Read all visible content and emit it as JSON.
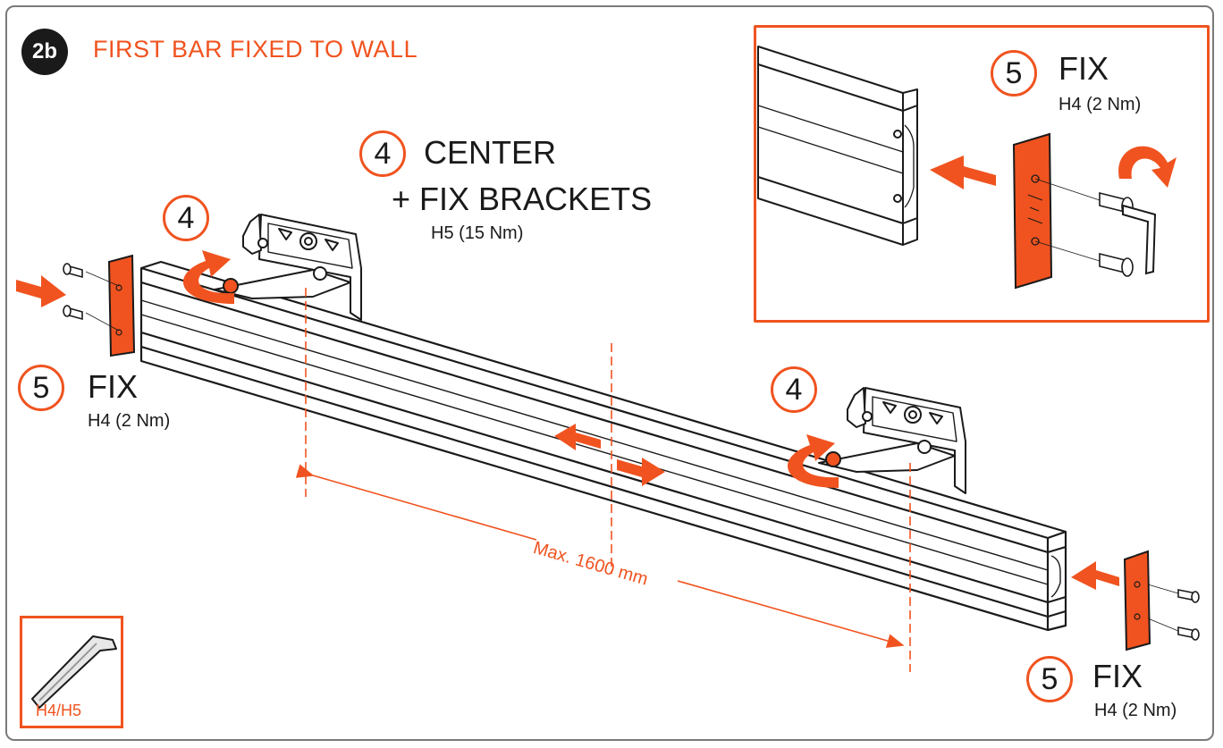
{
  "header": {
    "step": "2b",
    "title": "FIRST BAR FIXED TO WALL"
  },
  "center_step": {
    "number": "4",
    "line1": "CENTER",
    "line2": "+ FIX BRACKETS",
    "torque": "H5 (15 Nm)"
  },
  "left_bracket_step": {
    "number": "4"
  },
  "right_bracket_step": {
    "number": "4"
  },
  "left_fix": {
    "number": "5",
    "label": "FIX",
    "torque": "H4 (2 Nm)"
  },
  "right_fix": {
    "number": "5",
    "label": "FIX",
    "torque": "H4 (2 Nm)"
  },
  "inset_fix": {
    "number": "5",
    "label": "FIX",
    "torque": "H4 (2 Nm)"
  },
  "dimension": {
    "label": "Max. 1600 mm"
  },
  "tool": {
    "label": "H4/H5",
    "icon": "hex-key-icon"
  },
  "colors": {
    "accent": "#f0531f",
    "line": "#1a1a1a",
    "frame": "#7a7a7a"
  }
}
